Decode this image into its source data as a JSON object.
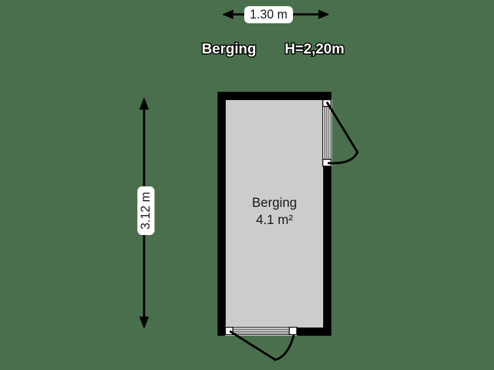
{
  "plan": {
    "title_name": "Berging",
    "title_height": "H=2,20m",
    "width_dimension": "1.30 m",
    "depth_dimension": "3.12 m",
    "room_name": "Berging",
    "room_area": "4.1 m²",
    "colors": {
      "background": "#4a6f4c",
      "floor_fill": "#cccccc",
      "wall": "#000000",
      "door_leaf": "#ffffff",
      "label_pill": "#ffffff",
      "text": "#1a1a1a"
    },
    "doors": [
      {
        "name": "east-door",
        "wall": "right",
        "hinge": "top",
        "swing": "outward"
      },
      {
        "name": "south-door",
        "wall": "bottom",
        "hinge": "left",
        "swing": "outward"
      }
    ]
  }
}
